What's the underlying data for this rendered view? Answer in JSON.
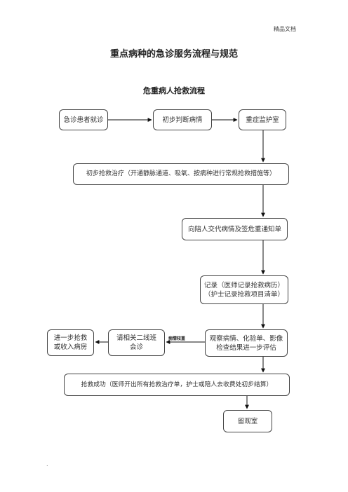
{
  "header_note": "精品文档",
  "doc_title": "重点病种的急诊服务流程与规范",
  "flow_title": "危重病人抢救流程",
  "nodes": {
    "n1": "急诊患者就诊",
    "n2": "初步判断病情",
    "n3": "重症监护室",
    "n4": "初步抢救治疗（开通静脉通道、吸氧、按病种进行常规抢救措施等）",
    "n5": "向陪人交代病情及签危重通知单",
    "n6_line1": "记录（医师记录抢救病历）",
    "n6_line2": "（护士记录抢救项目清单）",
    "n7_line1": "观察病情、化验单、影像",
    "n7_line2": "检查结果进一步评估",
    "n8_line1": "请相关二线班",
    "n8_line2": "会诊",
    "n9_line1": "进一步抢救",
    "n9_line2": "或收入病房",
    "n10": "抢救成功（医师开出所有抢救治疗单，护士或陪人去收费处初步结算）",
    "n11": "留观室"
  },
  "edge_label": "病情较重",
  "footer_mark": "."
}
